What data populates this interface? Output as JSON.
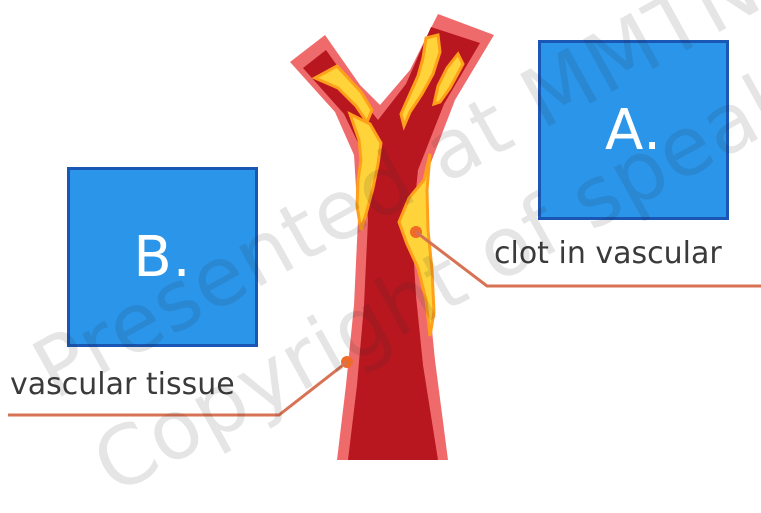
{
  "diagram": {
    "box_a_label": "A.",
    "box_b_label": "B.",
    "clot_label": "clot in vascular",
    "tissue_label": "vascular tissue"
  },
  "watermark": {
    "line1": "Presented at MMTN /",
    "line2": "Copyright of speaker."
  },
  "colors": {
    "vessel_outer": "#ef6b6b",
    "vessel_inner": "#b8171f",
    "plaque": "#ffd43b",
    "plaque_edge": "#ff9f1a",
    "label_box_fill": "#2b95e9",
    "label_box_border": "#1a57b5",
    "callout_line": "#d87254"
  }
}
